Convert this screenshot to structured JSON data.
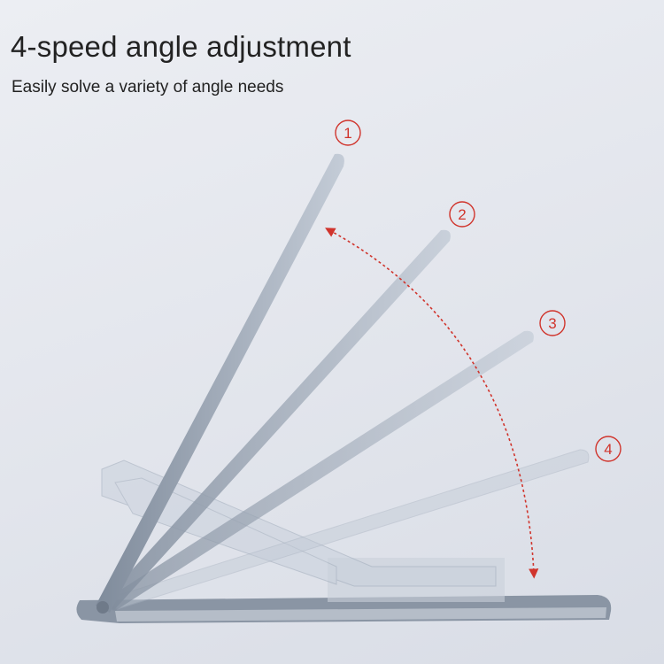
{
  "title": "4-speed angle adjustment",
  "subtitle": "Easily solve a variety of angle needs",
  "positions": [
    {
      "label": "1"
    },
    {
      "label": "2"
    },
    {
      "label": "3"
    },
    {
      "label": "4"
    }
  ],
  "colors": {
    "accent": "#d0342c",
    "panel": "#9aa6b6",
    "base": "#7d8897"
  }
}
